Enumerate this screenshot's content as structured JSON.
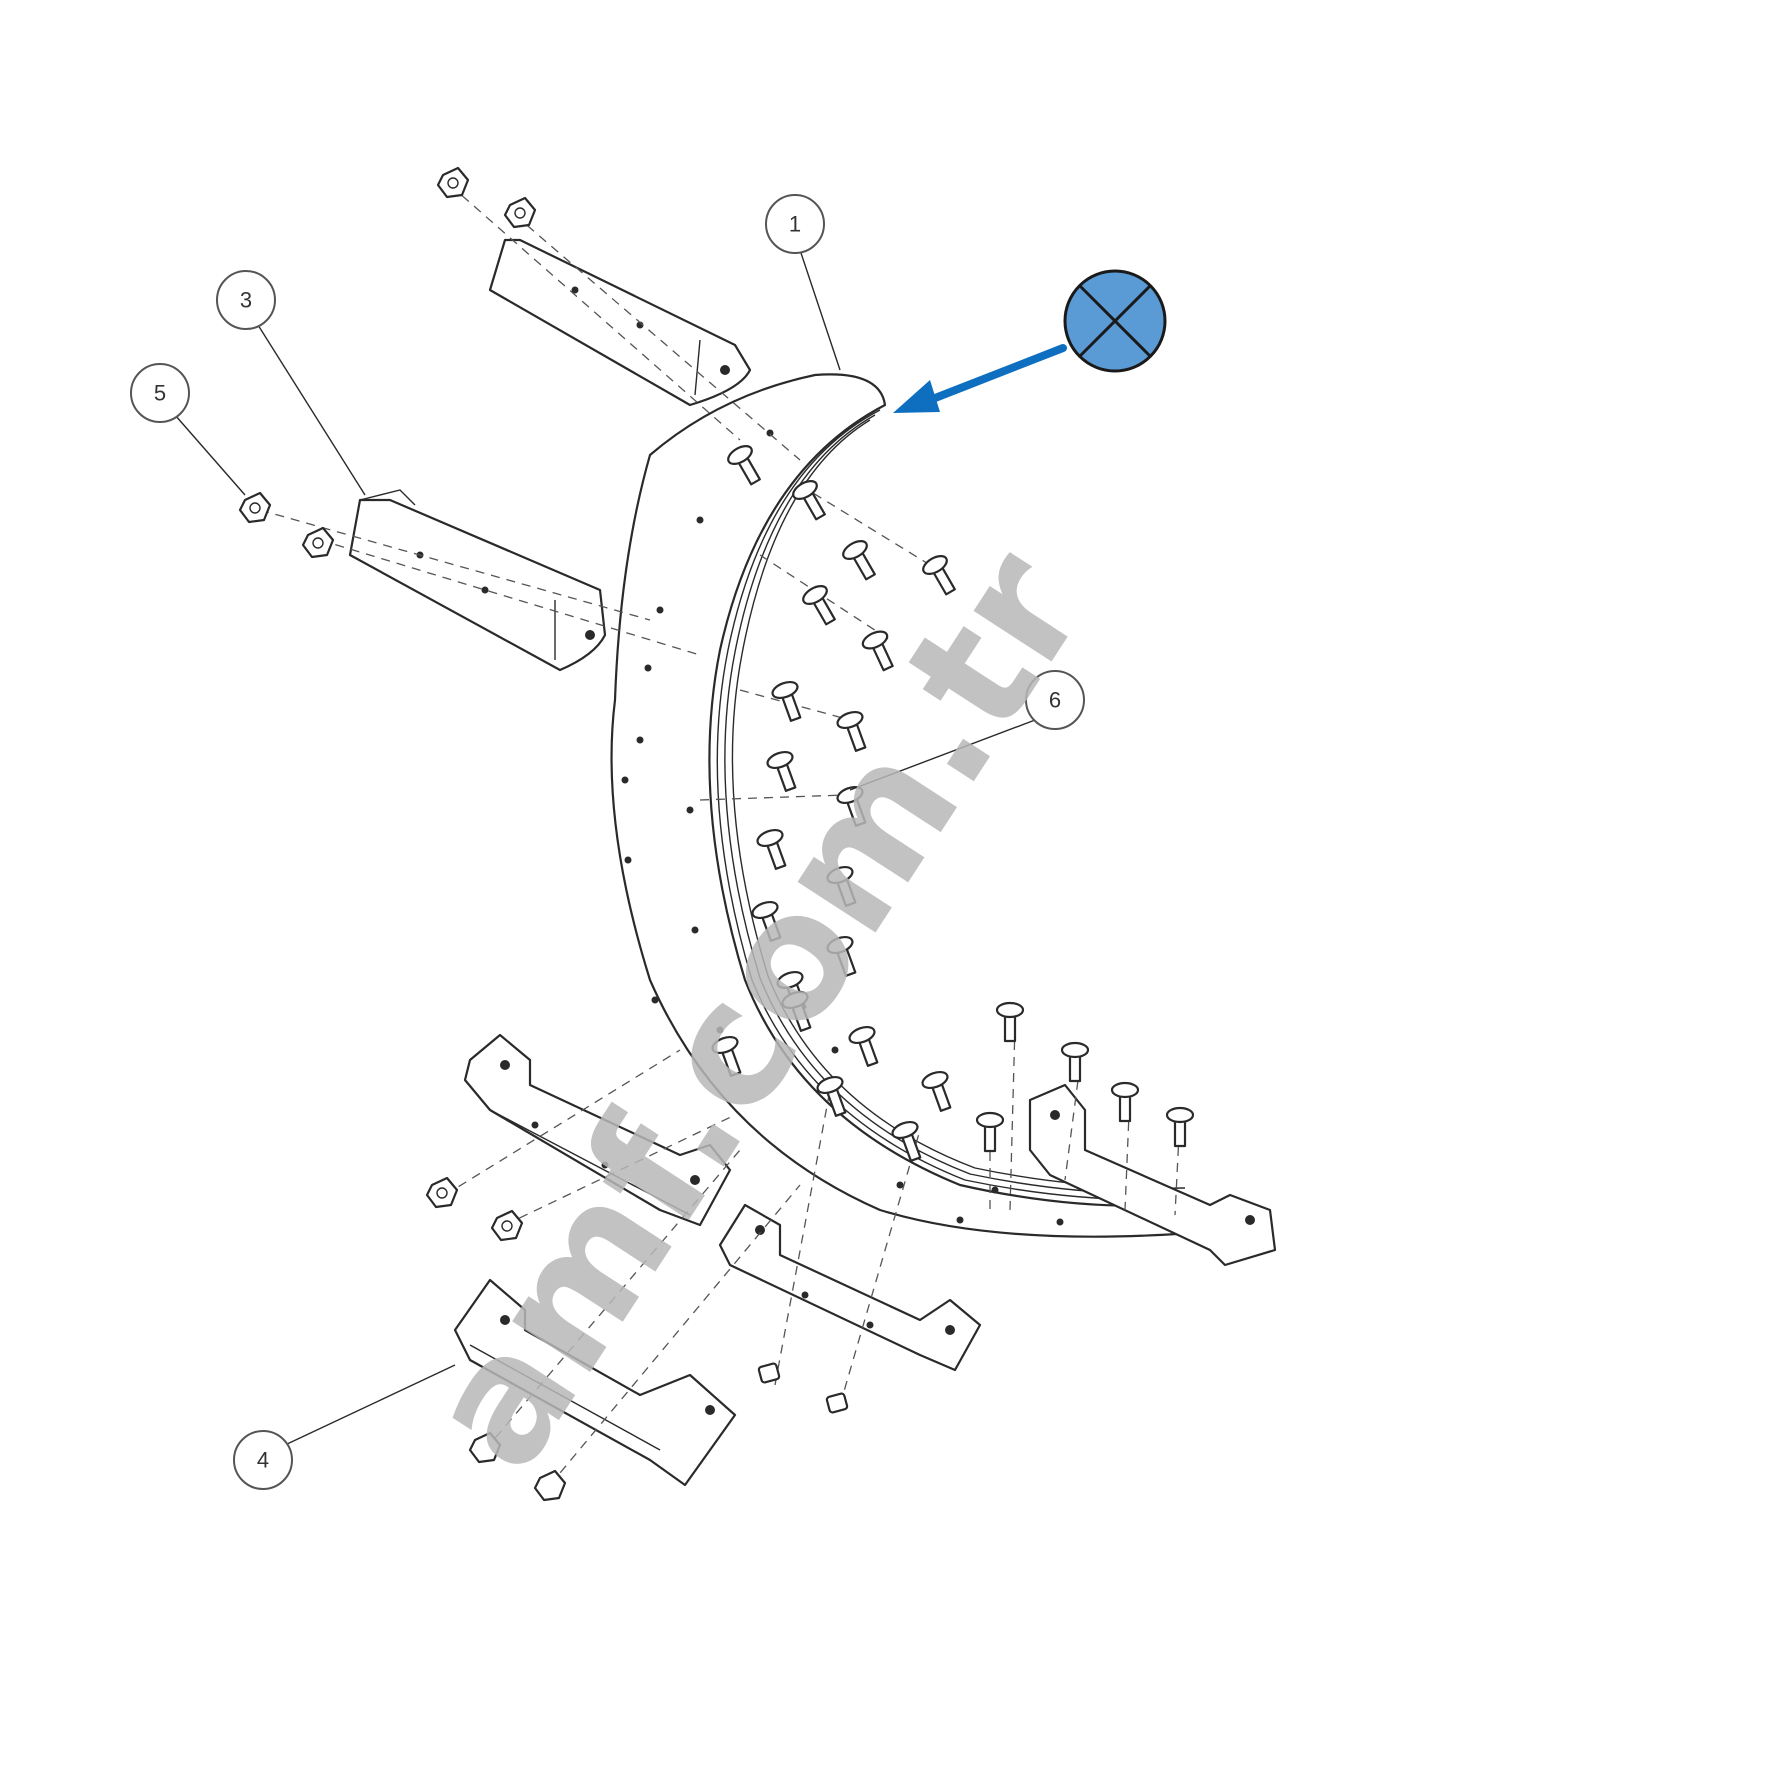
{
  "diagram": {
    "callouts": [
      {
        "id": "c1",
        "label": "1"
      },
      {
        "id": "c3",
        "label": "3"
      },
      {
        "id": "c5",
        "label": "5"
      },
      {
        "id": "c6",
        "label": "6"
      },
      {
        "id": "c4",
        "label": "4"
      }
    ],
    "marker": {
      "icon": "crossed-circle-icon",
      "fill": "#5b9bd5",
      "arrow_color": "#0e6fc0"
    },
    "watermark": "amf.com.tr"
  }
}
